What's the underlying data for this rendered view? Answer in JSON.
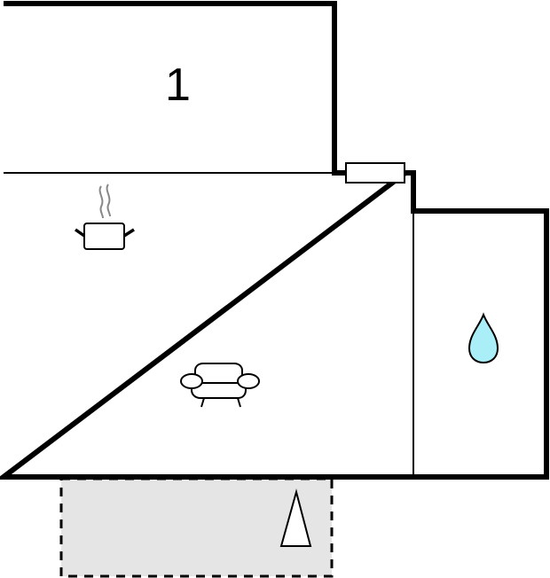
{
  "plan": {
    "background": "#ffffff",
    "wall_color": "#000000",
    "terrace_fill": "#e5e5e5",
    "water_fill": "#aaeef8",
    "steam_color": "#888888"
  },
  "rooms": [
    {
      "id": "bedroom",
      "label": "1"
    },
    {
      "id": "living-kitchen",
      "label": ""
    },
    {
      "id": "bathroom",
      "label": ""
    },
    {
      "id": "terrace",
      "label": ""
    }
  ],
  "icons": {
    "kitchen": "cooking-pot-icon",
    "living": "sofa-icon",
    "bathroom": "water-drop-icon",
    "terrace": "north-arrow-icon"
  }
}
